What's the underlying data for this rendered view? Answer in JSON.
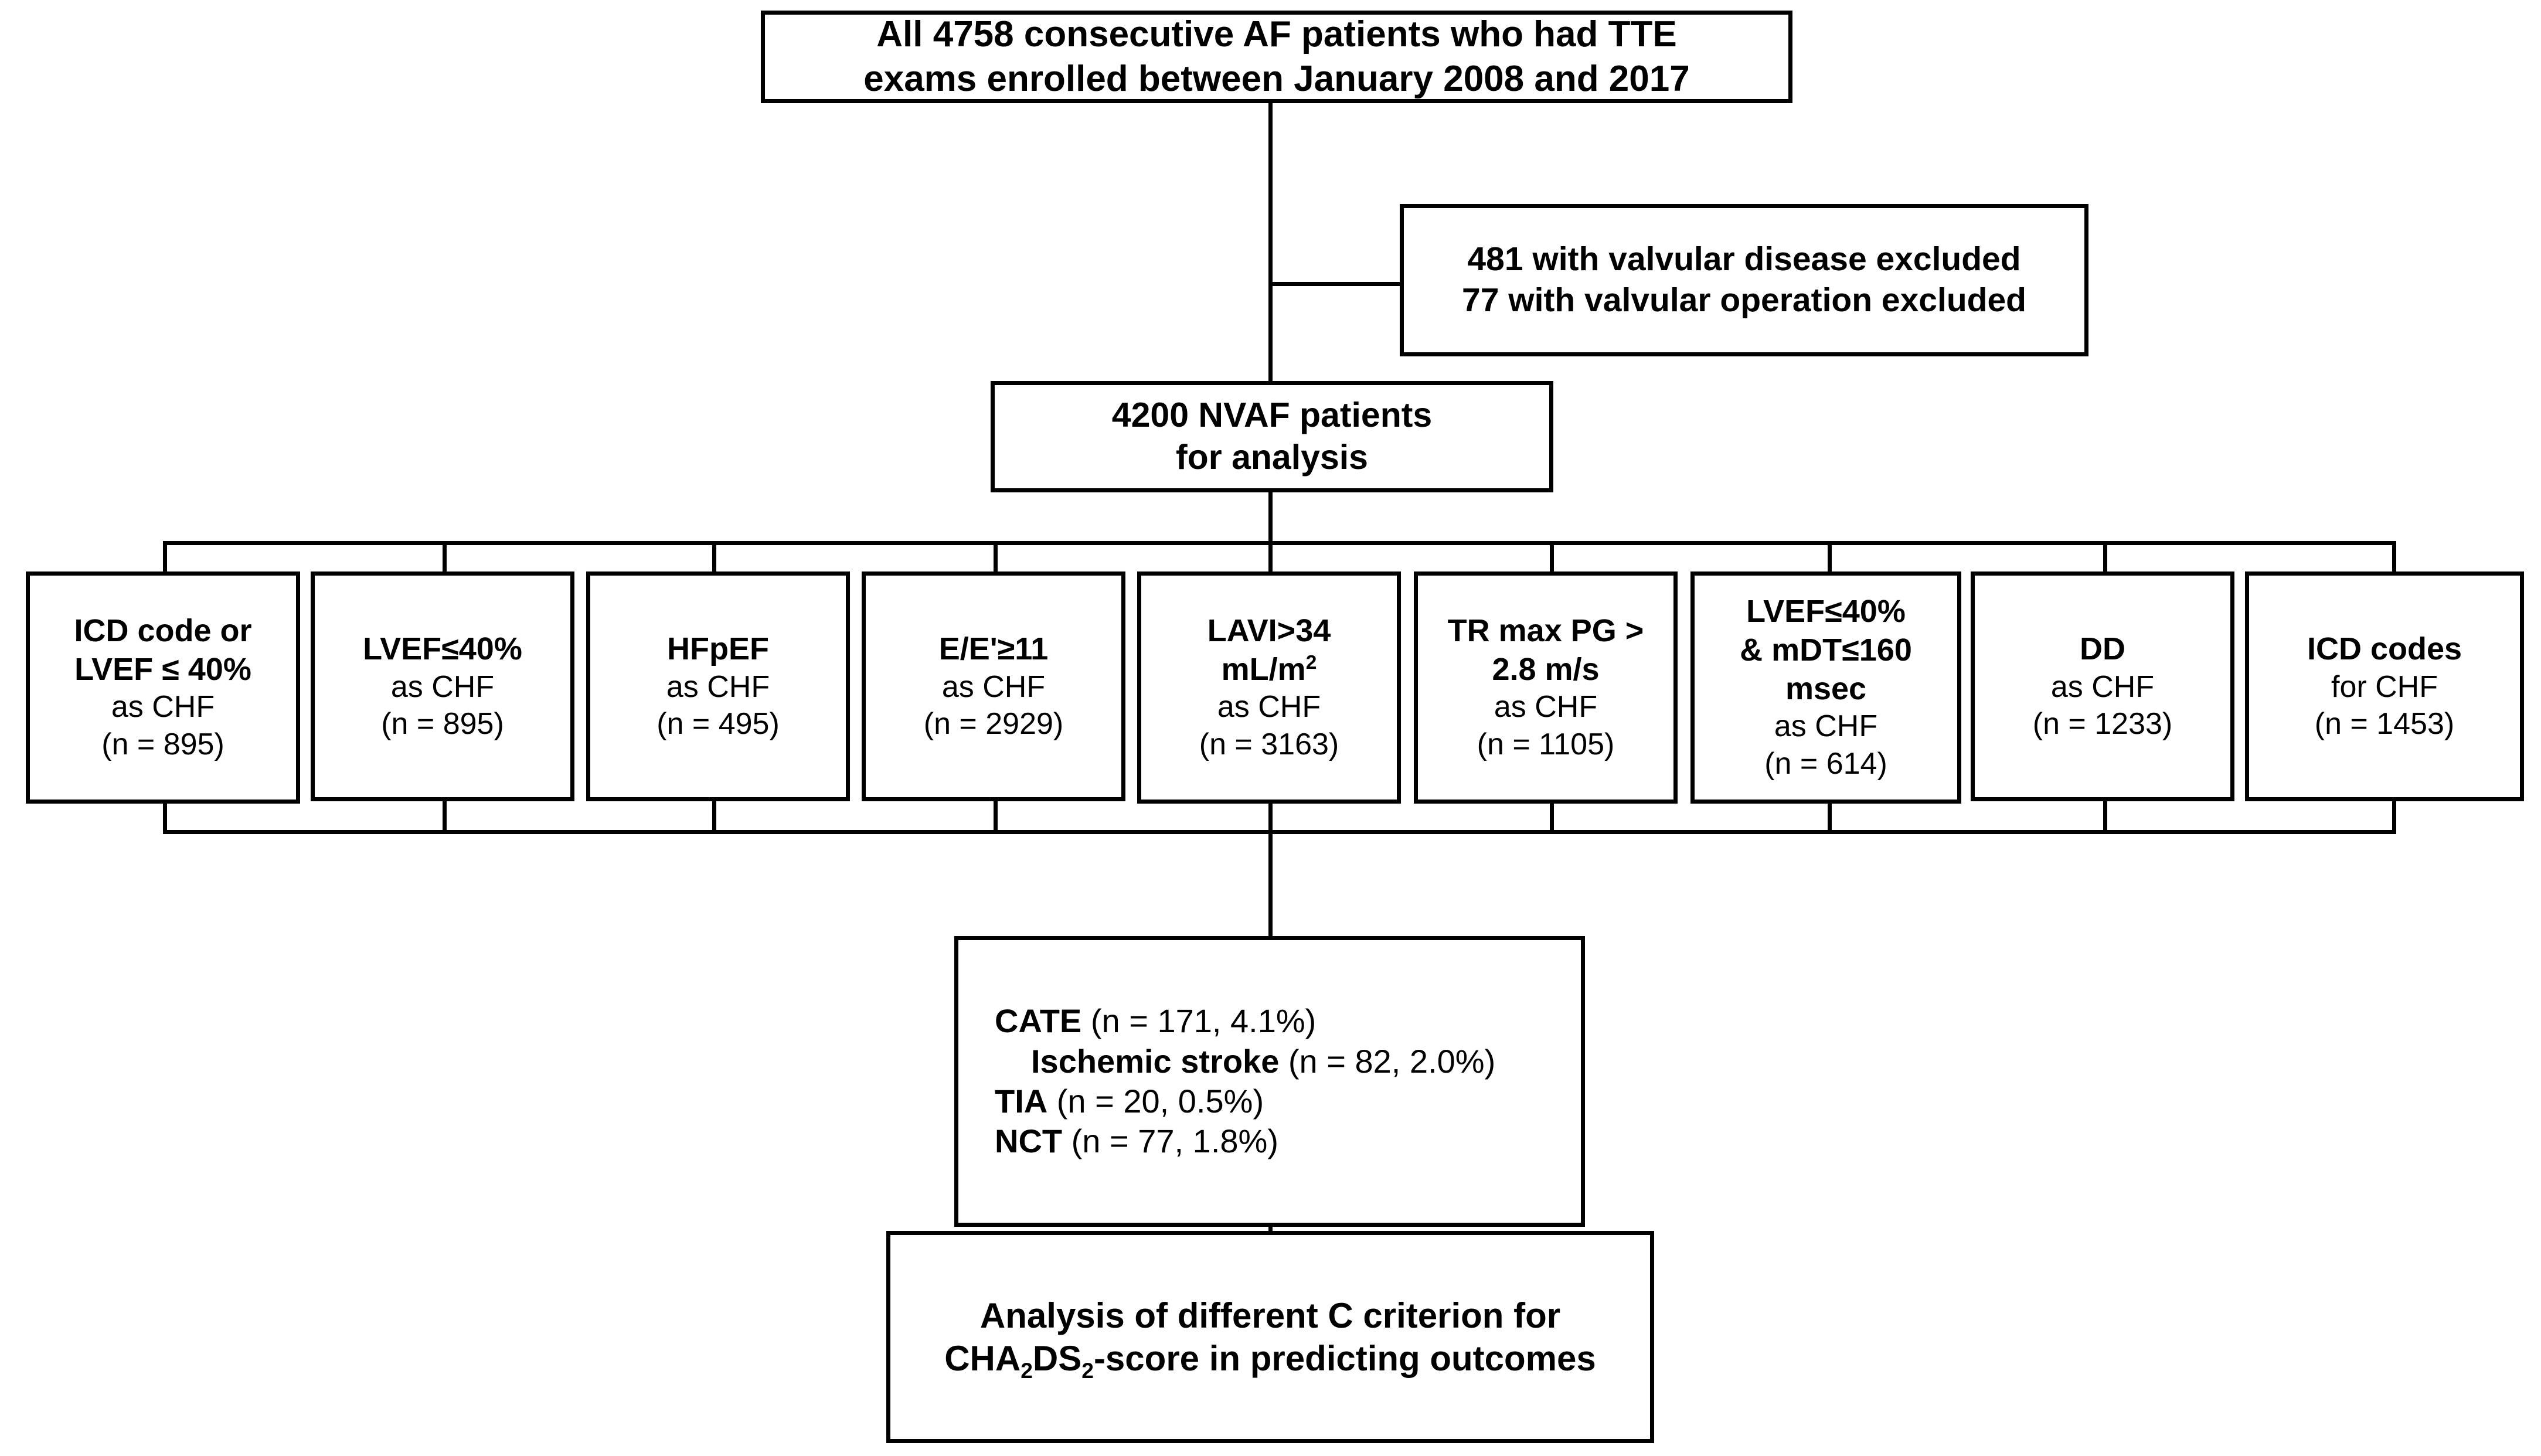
{
  "diagram": {
    "title_box": {
      "line1": "All 4758 consecutive AF patients who had TTE",
      "line2": "exams enrolled between January 2008 and 2017"
    },
    "exclusion_box": {
      "line1": "481 with valvular disease excluded",
      "line2": "77 with valvular operation excluded"
    },
    "cohort_box": {
      "line1": "4200 NVAF patients",
      "line2": "for analysis"
    },
    "criteria": [
      {
        "head_line1": "ICD code or",
        "head_line2": "LVEF ≤ 40%",
        "sub_line1": "as CHF",
        "sub_line2": "(n = 895)"
      },
      {
        "head_line1": "LVEF≤40%",
        "head_line2": "",
        "sub_line1": "as CHF",
        "sub_line2": "(n = 895)"
      },
      {
        "head_line1": "HFpEF",
        "head_line2": "",
        "sub_line1": "as CHF",
        "sub_line2": "(n = 495)"
      },
      {
        "head_line1": "E/E'≥11",
        "head_line2": "",
        "sub_line1": "as CHF",
        "sub_line2": "(n = 2929)"
      },
      {
        "head_line1": "LAVI>34",
        "head_line2": "mL/m²",
        "sub_line1": "as CHF",
        "sub_line2": "(n = 3163)"
      },
      {
        "head_line1": "TR max PG >",
        "head_line2": "2.8 m/s",
        "sub_line1": "as CHF",
        "sub_line2": "(n = 1105)"
      },
      {
        "head_line1": "LVEF≤40%",
        "head_line2": "& mDT≤160",
        "head_line3": "msec",
        "sub_line1": "as CHF",
        "sub_line2": "(n = 614)"
      },
      {
        "head_line1": "DD",
        "head_line2": "",
        "sub_line1": "as CHF",
        "sub_line2": "(n = 1233)"
      },
      {
        "head_line1": "ICD codes",
        "head_line2": "",
        "sub_line1": "for CHF",
        "sub_line2": "(n = 1453)"
      }
    ],
    "outcomes_box": [
      {
        "label": "CATE",
        "detail": " (n = 171, 4.1%)",
        "indent": false
      },
      {
        "label": "Ischemic stroke",
        "detail": " (n = 82, 2.0%)",
        "indent": true
      },
      {
        "label": "TIA",
        "detail": " (n = 20, 0.5%)",
        "indent": false
      },
      {
        "label": "NCT",
        "detail": " (n = 77, 1.8%)",
        "indent": false
      }
    ],
    "final_box": {
      "line1": "Analysis of different C criterion for",
      "line2_pre": "CHA",
      "line2_sub1": "2",
      "line2_mid": "DS",
      "line2_sub2": "2",
      "line2_post": "-score in predicting outcomes"
    },
    "colors": {
      "stroke": "#000000",
      "background": "#ffffff",
      "text": "#000000"
    }
  }
}
